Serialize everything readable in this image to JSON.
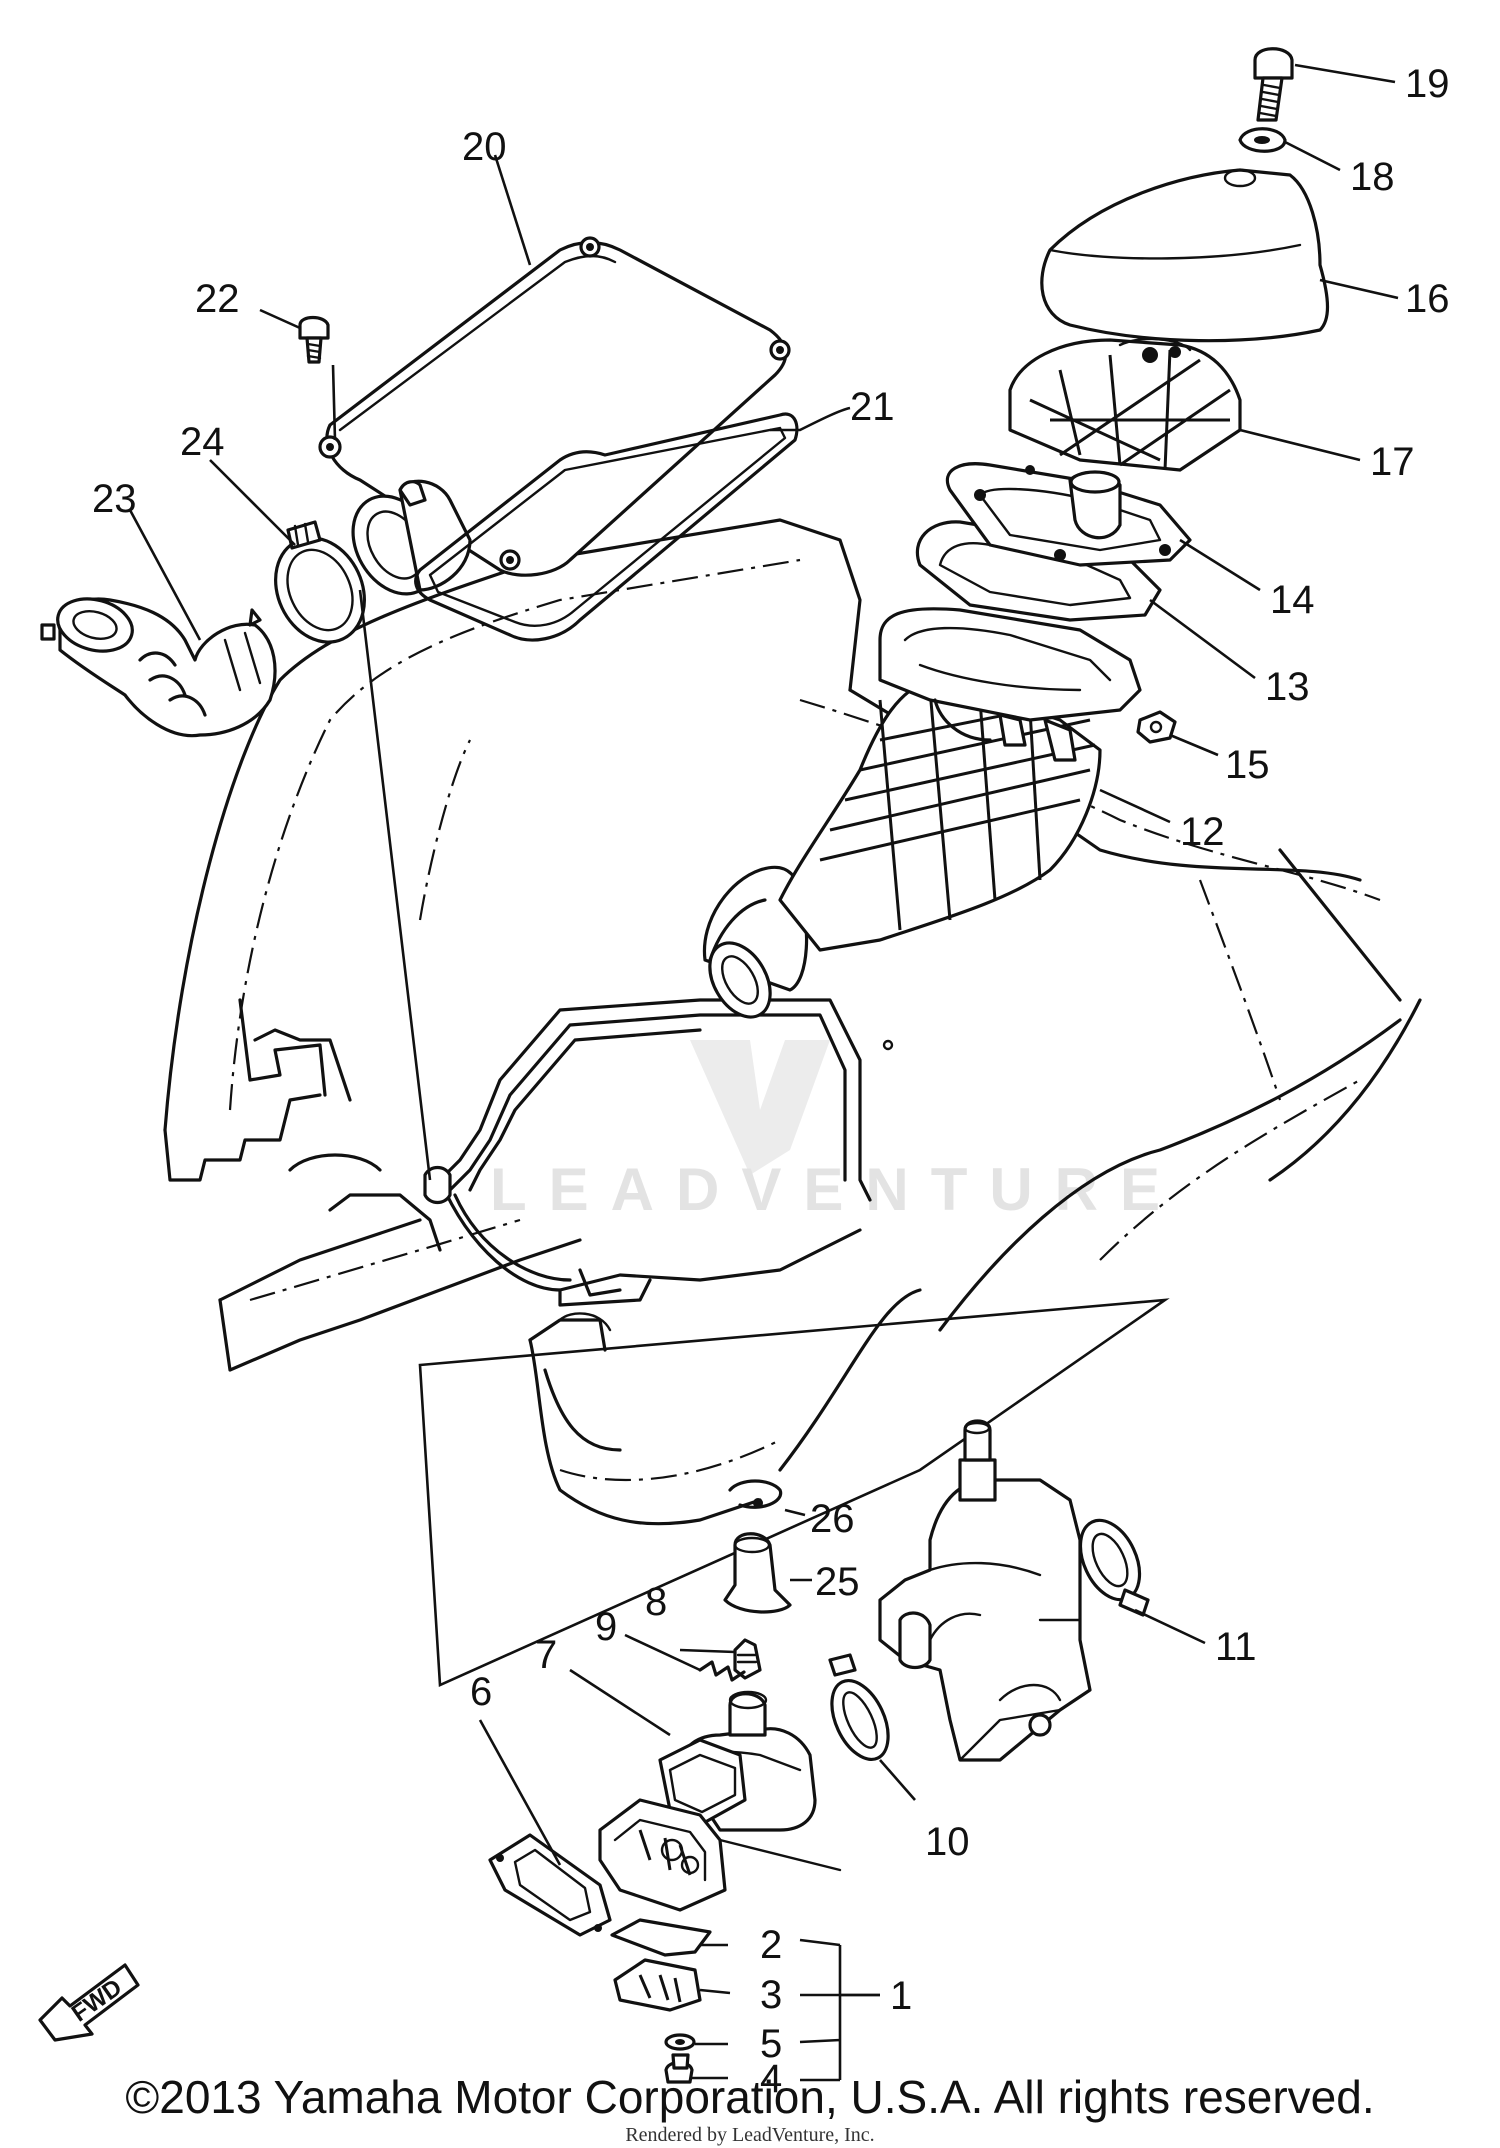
{
  "parts": [
    "1",
    "2",
    "3",
    "4",
    "5",
    "6",
    "7",
    "8",
    "9",
    "10",
    "11",
    "12",
    "13",
    "14",
    "15",
    "16",
    "17",
    "18",
    "19",
    "20",
    "21",
    "22",
    "23",
    "24",
    "25",
    "26"
  ],
  "fwd_label": "FWD",
  "watermark": "LEADVENTURE",
  "copyright": "©2013 Yamaha Motor Corporation, U.S.A. All rights reserved.",
  "rendered_by": "Rendered by LeadVenture, Inc."
}
